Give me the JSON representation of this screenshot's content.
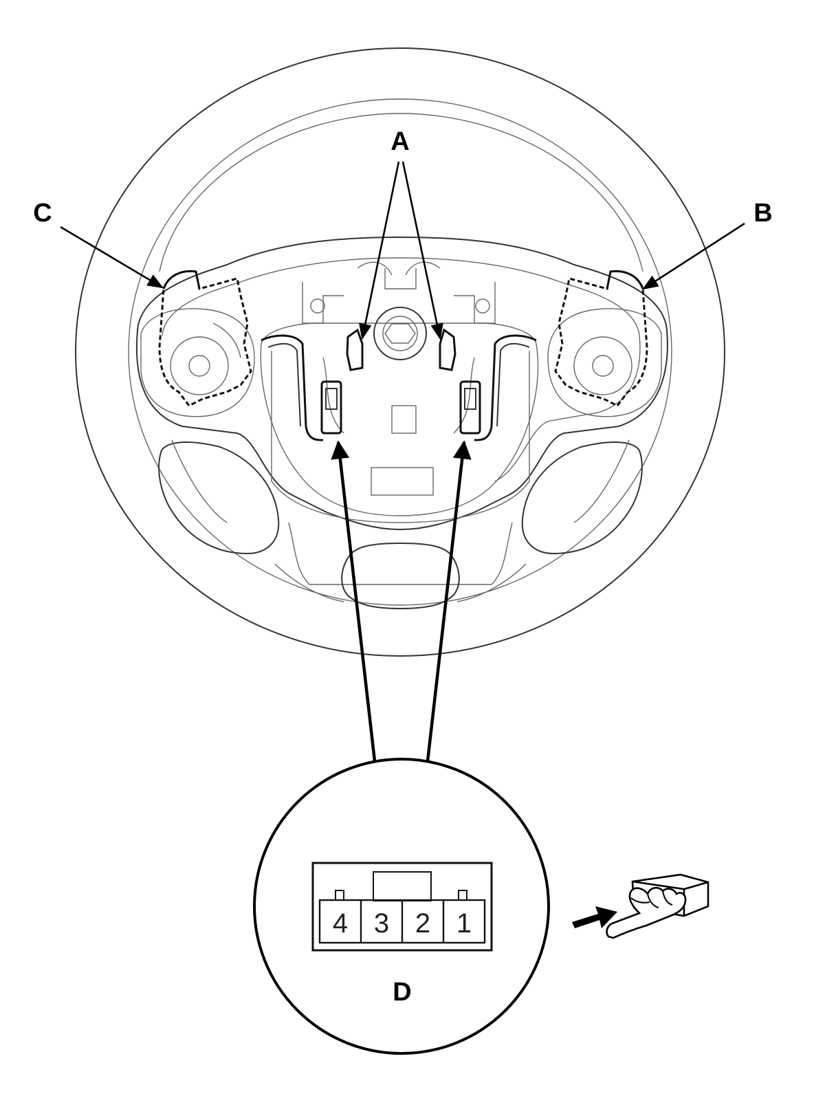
{
  "callouts": {
    "a": "A",
    "b": "B",
    "c": "C",
    "d": "D"
  },
  "connector": {
    "pins": [
      "4",
      "3",
      "2",
      "1"
    ]
  },
  "icons": [
    "steering-wheel-icon",
    "connector-icon",
    "hand-pushing-connector-icon"
  ],
  "colors": {
    "line": "#000000",
    "background": "#ffffff"
  }
}
